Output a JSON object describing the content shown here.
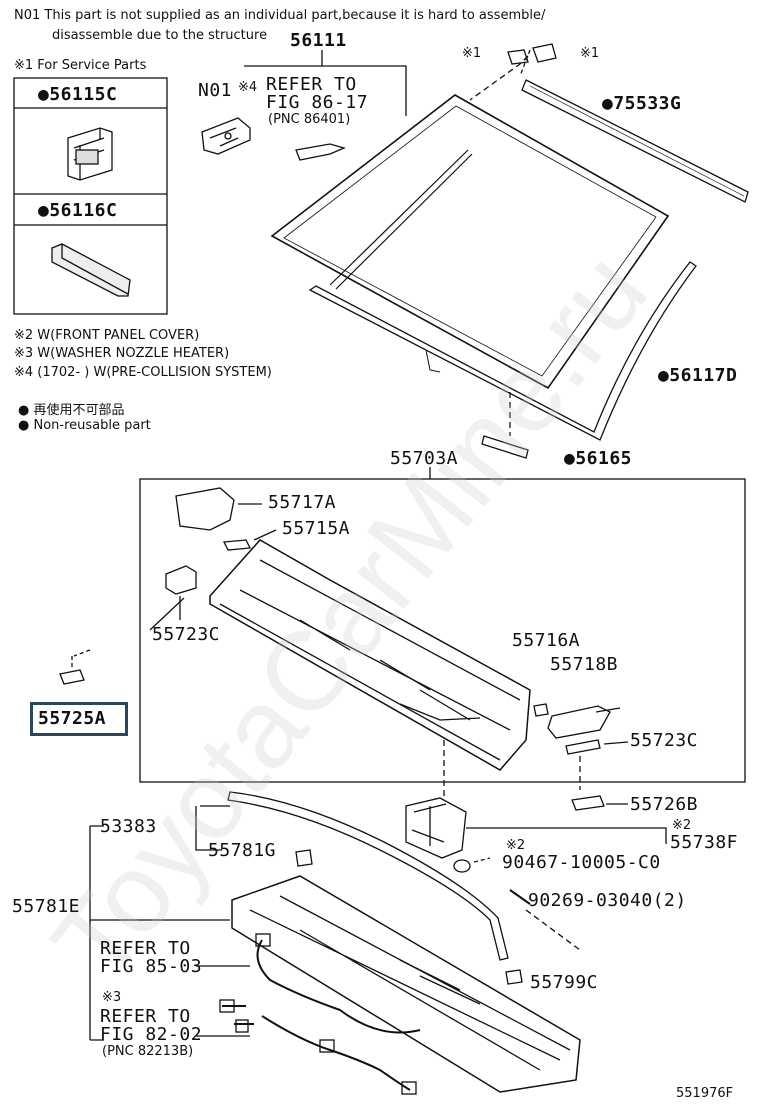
{
  "diagram_id": "551976F",
  "watermark": "ToyotaCarMine.ru",
  "notes": {
    "n01_line1": "N01  This part is not supplied as an individual part,because it is hard to assemble/",
    "n01_line2": "disassemble due to the structure",
    "service_parts": "※1 For Service Parts",
    "note2": "※2 W(FRONT PANEL COVER)",
    "note3": "※3 W(WASHER NOZZLE HEATER)",
    "note4": "※4 (1702-        ) W(PRE-COLLISION SYSTEM)",
    "nonreuse_jp": "再使用不可部品",
    "nonreuse_en": "Non-reusable part"
  },
  "service_box": {
    "part1": "●56115C",
    "part2": "●56116C"
  },
  "labels": {
    "p56111": "56111",
    "n01": "N01",
    "ref4_mark": "※4",
    "ref86_1": "REFER TO",
    "ref86_2": "FIG 86-17",
    "ref86_3": "(PNC 86401)",
    "mark1a": "※1",
    "mark1b": "※1",
    "p75533G": "●75533G",
    "p56117D": "●56117D",
    "p56165": "●56165",
    "p55703A": "55703A",
    "p55717A": "55717A",
    "p55715A": "55715A",
    "p55723C_l": "55723C",
    "p55725A": "55725A",
    "p55716A": "55716A",
    "p55718B": "55718B",
    "p55723C_r": "55723C",
    "p55726B": "55726B",
    "mark2a": "※2",
    "p55738F": "55738F",
    "mark2b": "※2",
    "p90467": "90467-10005-C0",
    "p53383": "53383",
    "p55781G": "55781G",
    "p55781E": "55781E",
    "p90269": "90269-03040(2)",
    "ref85_1": "REFER TO",
    "ref85_2": "FIG 85-03",
    "mark3": "※3",
    "ref82_1": "REFER TO",
    "ref82_2": "FIG 82-02",
    "ref82_3": "(PNC 82213B)",
    "p55799C": "55799C"
  }
}
